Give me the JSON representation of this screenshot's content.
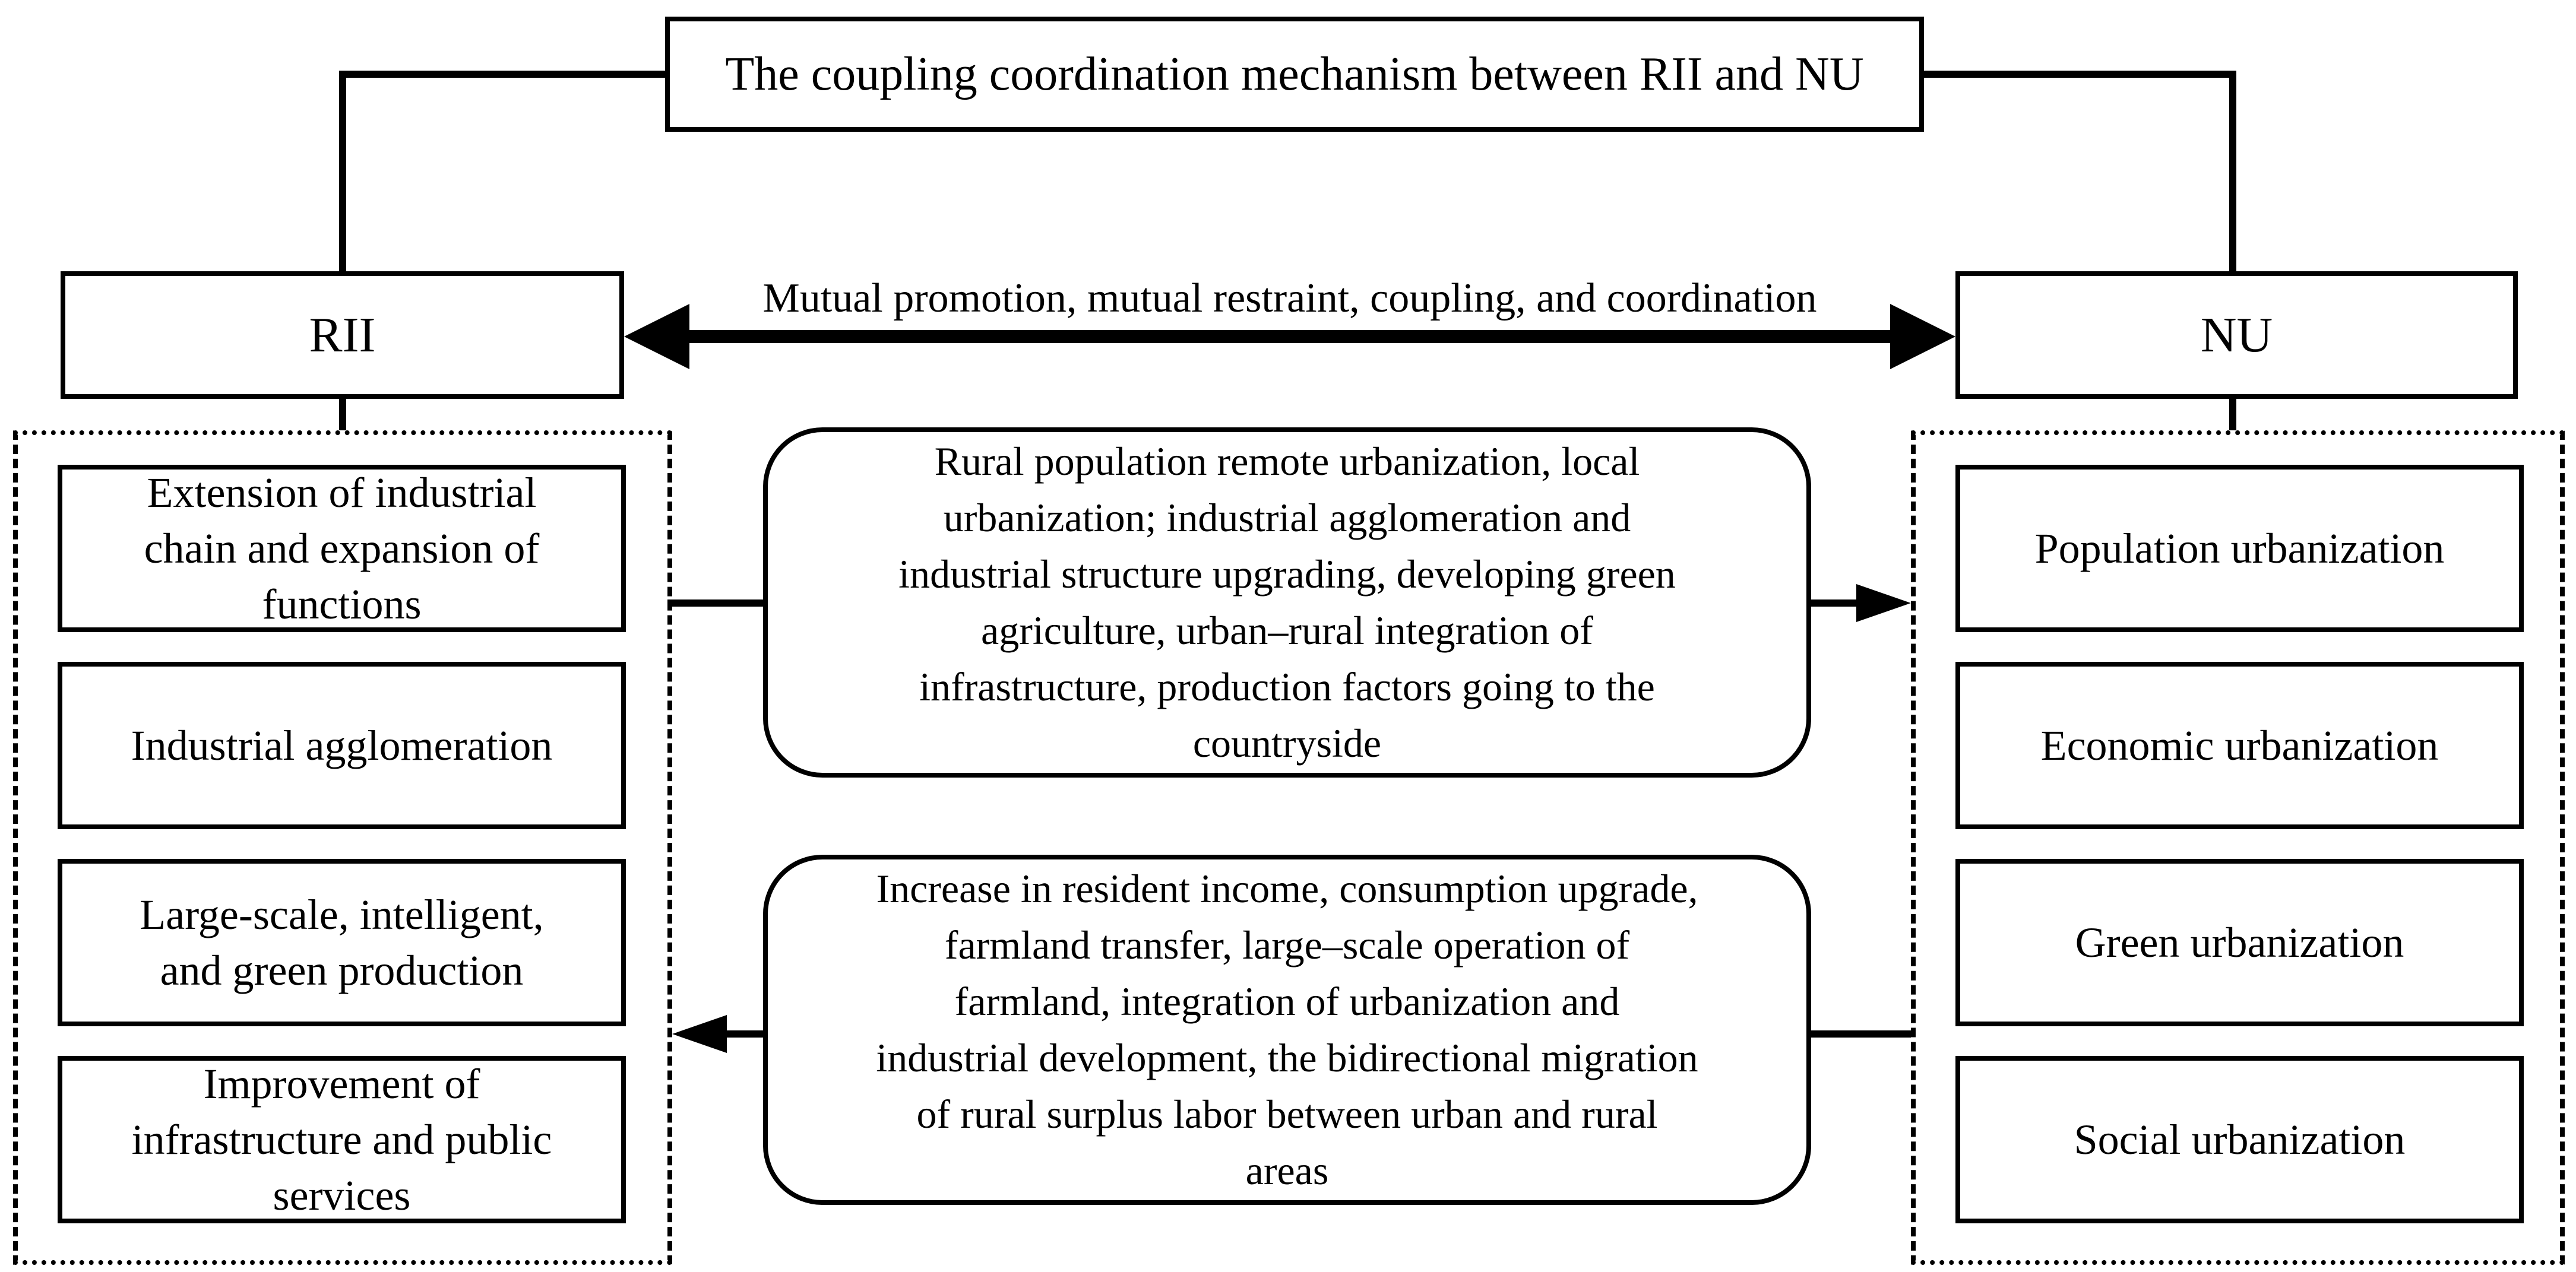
{
  "colors": {
    "line": "#000000",
    "background": "#ffffff"
  },
  "title": "The coupling coordination mechanism between RII and NU",
  "coupling_arrow": {
    "label": "Mutual promotion, mutual restraint, coupling, and coordination"
  },
  "rii": {
    "label": "RII",
    "items": [
      "Extension of industrial\nchain and expansion of\nfunctions",
      "Industrial agglomeration",
      "Large-scale, intelligent,\nand green production",
      "Improvement of\ninfrastructure and public\nservices"
    ]
  },
  "nu": {
    "label": "NU",
    "items": [
      "Population urbanization",
      "Economic urbanization",
      "Green urbanization",
      "Social urbanization"
    ]
  },
  "flows": {
    "rii_to_nu": "Rural population remote urbanization, local\nurbanization; industrial agglomeration and\nindustrial structure upgrading, developing green\nagriculture, urban–rural integration of\ninfrastructure, production factors going to the\ncountryside",
    "nu_to_rii": "Increase in resident income, consumption upgrade,\nfarmland transfer, large–scale operation of\nfarmland, integration of urbanization and\nindustrial development, the bidirectional migration\nof rural surplus labor between urban and rural\nareas"
  }
}
